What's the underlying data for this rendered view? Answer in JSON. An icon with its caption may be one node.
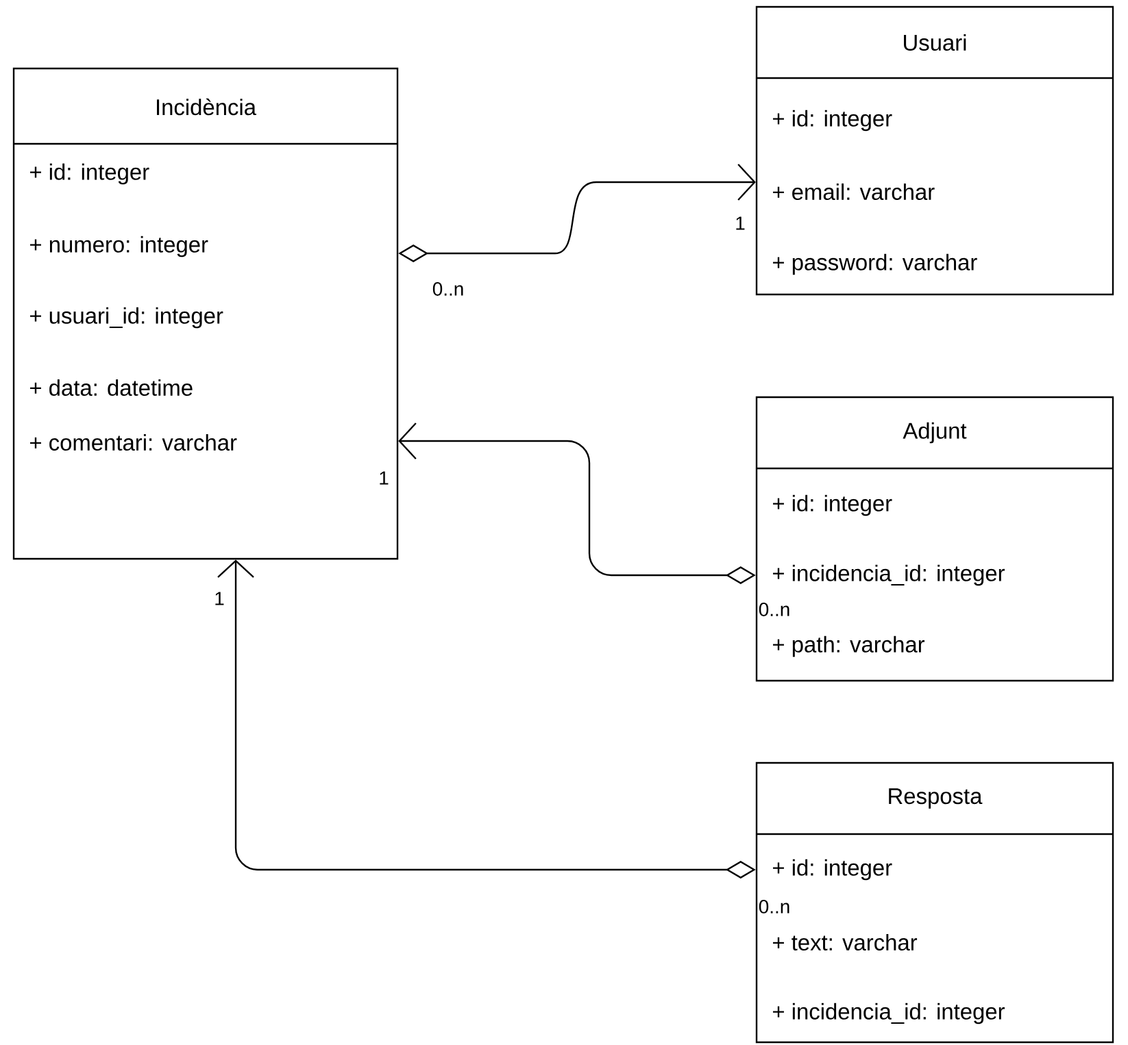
{
  "diagram": {
    "nodes": [
      {
        "text": [
          "Incidència",
          "+ id: integer",
          "+ numero: integer",
          "+ usuari_id: integer",
          "+ data: datetime",
          "+ comentari: varchar"
        ]
      },
      {
        "text": [
          "Usuari",
          "+ id: integer",
          "+ email: varchar",
          "+ password: varchar"
        ]
      },
      {
        "text": [
          "Adjunt",
          "+ id: integer",
          "+ incidencia_id: integer",
          "+ path: varchar"
        ]
      },
      {
        "text": [
          "Resposta",
          "+ id: integer",
          "+ text: varchar",
          "+ incidencia_id: integer"
        ]
      }
    ],
    "edges": [
      {
        "from": 0,
        "to": 1,
        "arrow": "to"
      },
      {
        "from": 2,
        "to": 0,
        "arrow": "to"
      },
      {
        "from": 3,
        "to": 0,
        "arrow": "to"
      }
    ],
    "labels": [
      "1",
      "0..n",
      "1",
      "1",
      "0..n",
      "0..n"
    ]
  }
}
